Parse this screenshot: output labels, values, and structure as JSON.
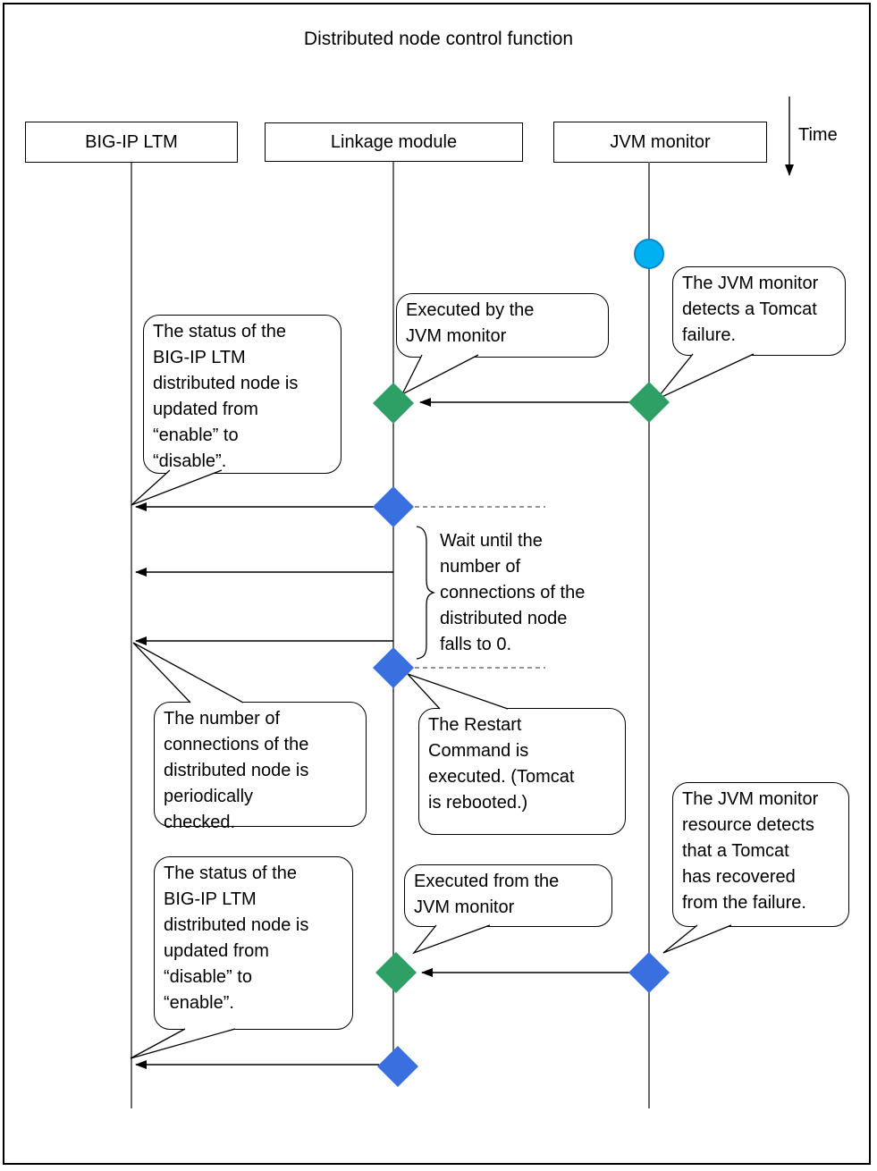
{
  "title": "Distributed node control function",
  "time_label": "Time",
  "lanes": [
    {
      "id": "bigip",
      "label": "BIG-IP LTM"
    },
    {
      "id": "linkage",
      "label": "Linkage module"
    },
    {
      "id": "jvm",
      "label": "JVM monitor"
    }
  ],
  "callouts": {
    "executed_by": "Executed by the\nJVM monitor",
    "jvm_failure": "The JVM monitor\ndetects a Tomcat\nfailure.",
    "status_disable": "The status of the\nBIG-IP LTM\ndistributed node is\nupdated from\n“enable” to\n“disable”.",
    "conn_checked": "The number of\nconnections of the\ndistributed node is\nperiodically\nchecked.",
    "restart_cmd": "The Restart\nCommand is\nexecuted. (Tomcat\nis rebooted.)",
    "jvm_recovered": "The JVM monitor\nresource detects\nthat a Tomcat\nhas recovered\nfrom the failure.",
    "executed_from": "Executed from the\nJVM monitor",
    "status_enable": "The status of the\nBIG-IP LTM\ndistributed node is\nupdated from\n“disable” to\n“enable”."
  },
  "wait_note": "Wait until the\nnumber of\nconnections of the\ndistributed node\nfalls to 0.",
  "colors": {
    "green_diamond": "#2E9F65",
    "blue_diamond": "#3A6FE0",
    "cyan_circle": "#00B0F0",
    "cyan_circle_border": "#0087CE"
  }
}
